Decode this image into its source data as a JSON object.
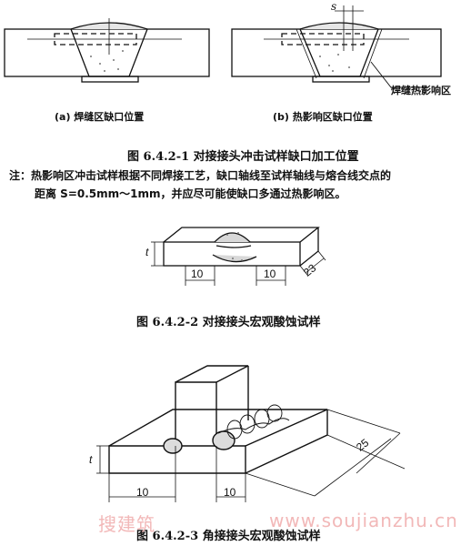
{
  "fig1": {
    "sub_a": "(a) 焊缝区缺口位置",
    "sub_b": "(b) 热影响区缺口位置",
    "label_s": "s",
    "label_haz": "焊缝热影响区",
    "caption": "图 6.4.2-1   对接接头冲击试样缺口加工位置"
  },
  "note": {
    "line1": "注：热影响区冲击试样根据不同焊接工艺，缺口轴线至试样轴线与熔合线交点的",
    "line2": "距离 S=0.5mm～1mm，并应尽可能使缺口多通过热影响区。"
  },
  "fig2": {
    "dim_t": "t",
    "dim_left": "10",
    "dim_right": "10",
    "dim_depth": "23",
    "caption": "图 6.4.2-2   对接接头宏观酸蚀试样"
  },
  "fig3": {
    "dim_t": "t",
    "dim_left": "10",
    "dim_right": "10",
    "dim_length": "25",
    "caption": "图 6.4.2-3   角接接头宏观酸蚀试样"
  },
  "watermark": {
    "cn": "搜建筑",
    "url": "www.soujianzhu.cn"
  }
}
